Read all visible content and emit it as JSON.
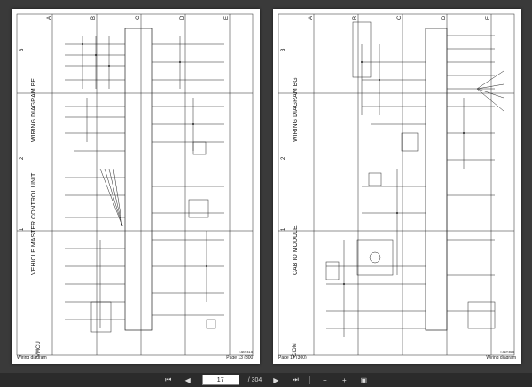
{
  "left_page": {
    "title": "VEHICLE MASTER CONTROL UNIT",
    "diagram": "WIRING DIAGRAM BE",
    "unit": "VMCU",
    "row_letters": [
      "A",
      "B",
      "C",
      "D",
      "E"
    ],
    "column_numbers": [
      "1",
      "2",
      "3"
    ],
    "footer_left": "Wiring diagram",
    "footer_right": "Page 13 (300)",
    "code": "T38Y415"
  },
  "right_page": {
    "title": "CAB IO MODULE",
    "diagram": "WIRING DIAGRAM BG",
    "unit": "CIOM",
    "row_letters": [
      "A",
      "B",
      "C",
      "D",
      "E"
    ],
    "column_numbers": [
      "1",
      "2",
      "3"
    ],
    "footer_left": "Page 14 (300)",
    "footer_right": "Wiring diagram",
    "code": "T38Y465"
  },
  "toolbar": {
    "current_page": "17",
    "total_pages": "/ 304"
  }
}
